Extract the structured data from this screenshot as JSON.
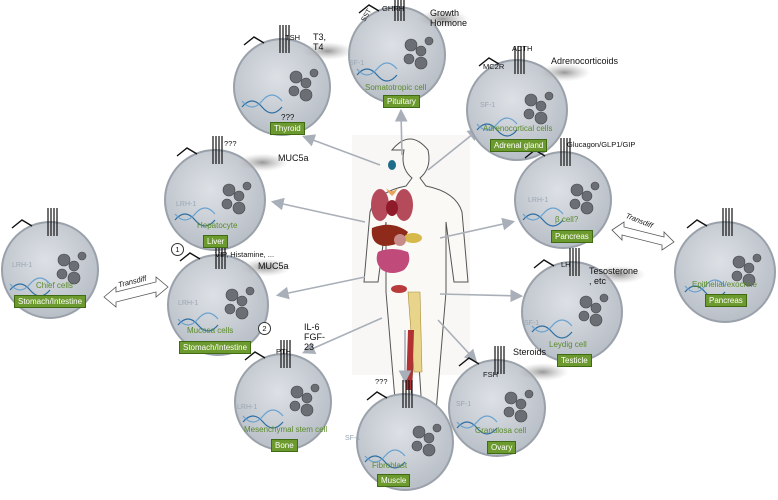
{
  "cells": [
    {
      "id": "pituitary",
      "name": "Somatotropic cell",
      "tissue": "Pituitary",
      "receptors": [
        "SST",
        "GHRH"
      ],
      "secretion": "Growth Hormone",
      "nuclear": "SF-1"
    },
    {
      "id": "thyroid",
      "name": "",
      "tissue": "Thyroid",
      "receptors": [
        "TSH"
      ],
      "secretion": "T3, T4",
      "nuclear": "???"
    },
    {
      "id": "adrenal",
      "name": "Adrenocortical cells",
      "tissue": "Adrenal gland",
      "receptors": [
        "MC2R",
        "ACTH"
      ],
      "secretion": "Adrenocorticoids",
      "nuclear": "SF-1"
    },
    {
      "id": "liver",
      "name": "Hepatocyte",
      "tissue": "Liver",
      "receptors": [
        "???"
      ],
      "secretion": "MUC5a",
      "nuclear": "LRH-1"
    },
    {
      "id": "pancreas",
      "name": "β cell?",
      "tissue": "Pancreas",
      "receptors": [
        "Glucagon/GLP1/GIP"
      ],
      "secretion": "",
      "nuclear": "LRH-1"
    },
    {
      "id": "chief",
      "name": "Chief cells",
      "tissue": "Stomach/Intestine",
      "receptors": [],
      "secretion": "",
      "nuclear": "LRH-1"
    },
    {
      "id": "exocrine",
      "name": "Epithelial/exocrine",
      "tissue": "Pancreas",
      "receptors": [],
      "secretion": "",
      "nuclear": ""
    },
    {
      "id": "mucosa",
      "name": "Mucosa cells",
      "tissue": "Stomach/Intestine",
      "receptors": [
        "VIP, Histamine, ..."
      ],
      "secretion": "MUC5a",
      "secretion2": "IL-6 FGF-23",
      "nuclear": "LRH-1"
    },
    {
      "id": "testicle",
      "name": "Leydig cell",
      "tissue": "Testicle",
      "receptors": [
        "LH"
      ],
      "secretion": "Tesosterone , etc",
      "nuclear": "SF-1"
    },
    {
      "id": "bone",
      "name": "Mesenchymal stem cell",
      "tissue": "Bone",
      "receptors": [
        "PTH"
      ],
      "secretion": "",
      "nuclear": "LRH-1"
    },
    {
      "id": "muscle",
      "name": "Fibroblast",
      "tissue": "Muscle",
      "receptors": [
        "???"
      ],
      "secretion": "",
      "nuclear": "SF-1"
    },
    {
      "id": "ovary",
      "name": "Granulosa cell",
      "tissue": "Ovary",
      "receptors": [
        "FSH"
      ],
      "secretion": "Steroids",
      "nuclear": "SF-1"
    }
  ],
  "markers": {
    "one": "1",
    "two": "2"
  },
  "transdiff_left": "Transdiff",
  "transdiff_right": "Transdiff",
  "colors": {
    "cell_fill": "#c9ced5",
    "cell_border": "#9aa1aa",
    "tissue_box": "#6d9a2e",
    "cell_name": "#5a8a2a",
    "arrow": "#a9afb8"
  }
}
